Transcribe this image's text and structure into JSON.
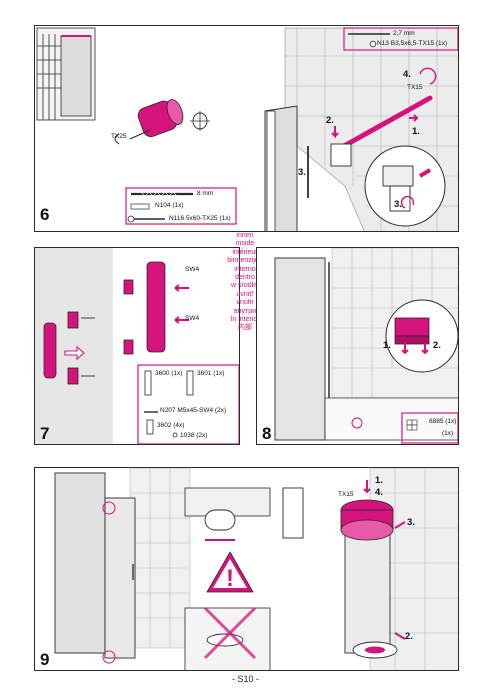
{
  "page": {
    "number": "- S10 -"
  },
  "colors": {
    "accent": "#d4147c",
    "line": "#2a2a2a",
    "wall": "#e6e6e6",
    "glass": "#d9d9d9"
  },
  "step6": {
    "number": "6",
    "tool_left": "TX25",
    "bit_size": "8 mm",
    "part_1": "N104 (1x)",
    "part_2": "N116 5x60-TX25 (1x)",
    "drill_size": "2,7 mm",
    "screw": "N13 B3,5x6,5-TX15 (1x)",
    "tool_right": "TX15",
    "callouts": [
      "1.",
      "2.",
      "3.",
      "4.",
      "3."
    ]
  },
  "step7": {
    "number": "7",
    "tool_1": "SW4",
    "tool_2": "SW4",
    "part_a": "3600 (1x)",
    "part_b": "3601 (1x)",
    "part_c": "N207 M5x45-SW4 (2x)",
    "part_d": "3602 (4x)",
    "part_e": "1038 (2x)"
  },
  "languages": [
    "innen",
    "inside",
    "intérieur",
    "binnenzijde",
    "interno",
    "dentro",
    "w środku",
    "uvnitř",
    "vnútri",
    "внутри",
    "în interior",
    "内部"
  ],
  "step8": {
    "number": "8",
    "callouts": [
      "1.",
      "2."
    ],
    "part_a": "6885 (1x)",
    "part_b": "(1x)"
  },
  "step9": {
    "number": "9",
    "tool": "TX15",
    "callouts": [
      "1.",
      "4.",
      "3.",
      "2."
    ]
  }
}
